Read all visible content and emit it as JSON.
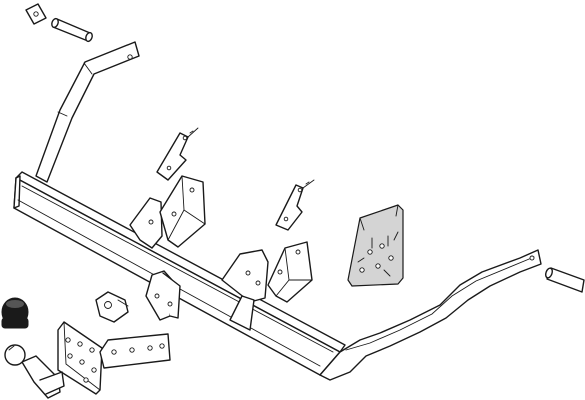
{
  "diagram": {
    "kind": "exploded-parts-illustration",
    "subject": "tow bar kit",
    "text_labels": [],
    "colors": {
      "line": "#1a1a1a",
      "background": "#ffffff",
      "shade": "#d4d4d4"
    },
    "parts": [
      {
        "id": "square-washer"
      },
      {
        "id": "spacer-tube-top"
      },
      {
        "id": "left-side-arm"
      },
      {
        "id": "main-cross-beam"
      },
      {
        "id": "left-chassis-bracket"
      },
      {
        "id": "right-chassis-bracket"
      },
      {
        "id": "left-angle-bracket"
      },
      {
        "id": "right-angle-bracket"
      },
      {
        "id": "right-side-arm"
      },
      {
        "id": "spacer-tube-right"
      },
      {
        "id": "bolt-pack-bag"
      },
      {
        "id": "socket-cap"
      },
      {
        "id": "electrical-socket-plate"
      },
      {
        "id": "tow-ball-neck"
      },
      {
        "id": "face-plate"
      },
      {
        "id": "mounting-plate"
      }
    ]
  }
}
